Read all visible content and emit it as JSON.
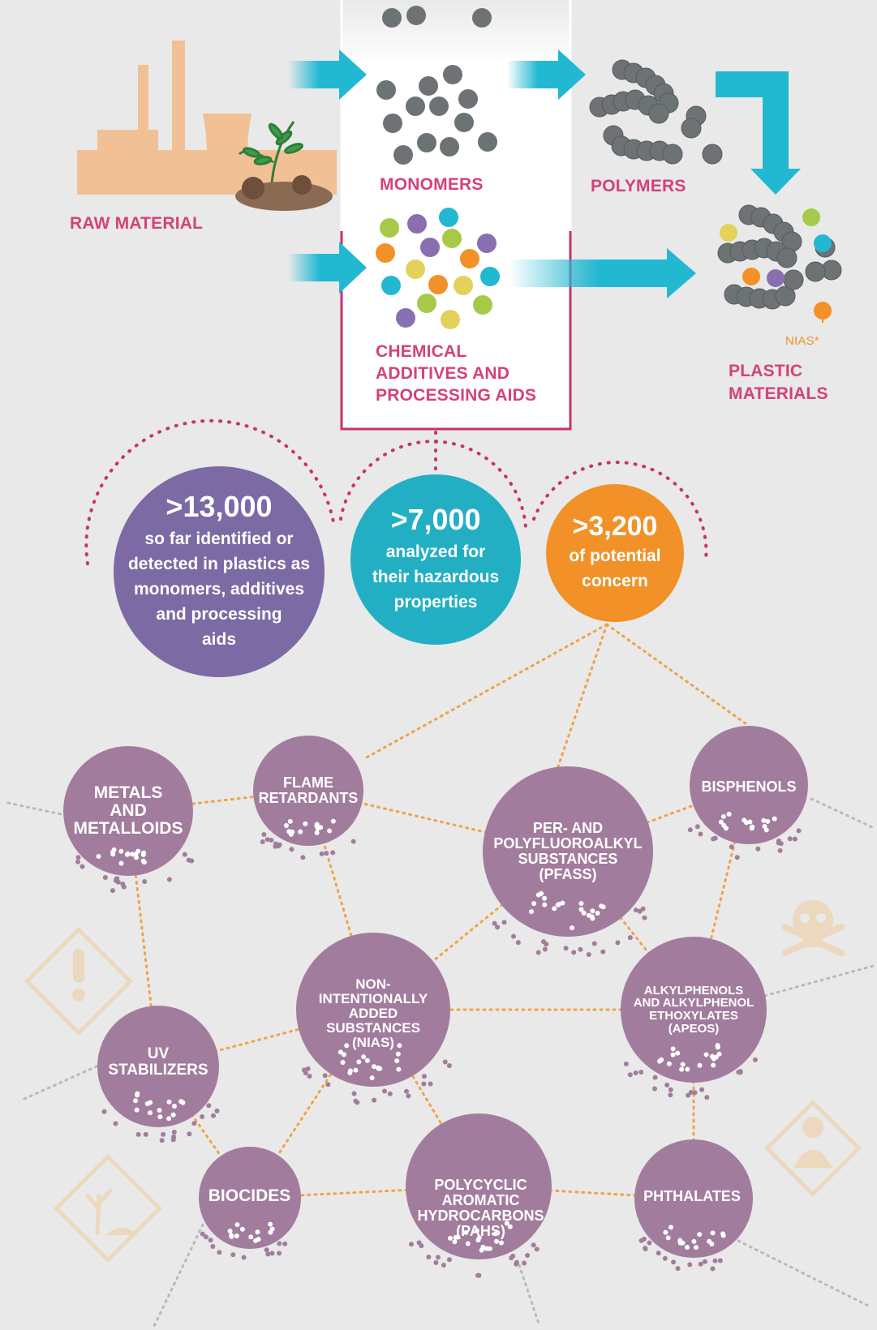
{
  "flow": {
    "raw_material": "RAW MATERIAL",
    "monomers": "MONOMERS",
    "polymers": "POLYMERS",
    "additives": [
      "CHEMICAL",
      "ADDITIVES AND",
      "PROCESSING AIDS"
    ],
    "plastic_materials": [
      "PLASTIC",
      "MATERIALS"
    ],
    "nias_marker": "NIAS*"
  },
  "stats": [
    {
      "number": "13,000",
      "text": [
        "so far identified or",
        "detected in plastics as",
        "monomers, additives",
        "and processing",
        "aids"
      ],
      "color": "#7b6aa4"
    },
    {
      "number": "7,000",
      "text": [
        "analyzed for",
        "their hazardous",
        "properties"
      ],
      "color": "#22afc4"
    },
    {
      "number": "3,200",
      "text": [
        "of potential",
        "concern"
      ],
      "color": "#f19128"
    }
  ],
  "groups": {
    "metals": [
      "METALS",
      "AND",
      "METALLOIDS"
    ],
    "flame": [
      "FLAME",
      "RETARDANTS"
    ],
    "pfas": [
      "PER- AND",
      "POLYFLUOROALKYL",
      "SUBSTANCES",
      "(PFASs)"
    ],
    "bisphenols": [
      "BISPHENOLS"
    ],
    "nias": [
      "NON-",
      "INTENTIONALLY",
      "ADDED",
      "SUBSTANCES",
      "(NIAS)"
    ],
    "apeo": [
      "ALKYLPHENOLS",
      "AND ALKYLPHENOL",
      "ETHOXYLATES",
      "(APEOs)"
    ],
    "uv": [
      "UV",
      "STABILIZERS"
    ],
    "biocides": [
      "BIOCIDES"
    ],
    "pah": [
      "POLYCYCLIC",
      "AROMATIC",
      "HYDROCARBONS",
      "(PAHs)"
    ],
    "phthalates": [
      "PHTHALATES"
    ]
  },
  "hazard_icons": [
    "exclamation-hazard-icon",
    "skull-crossbones-icon",
    "health-hazard-icon",
    "environment-hazard-icon"
  ],
  "colors": {
    "accent_pink": "#d4417b",
    "arrow_cyan": "#22b8d2",
    "group_purple": "#a27c9d",
    "link_orange": "#f0a24a"
  }
}
